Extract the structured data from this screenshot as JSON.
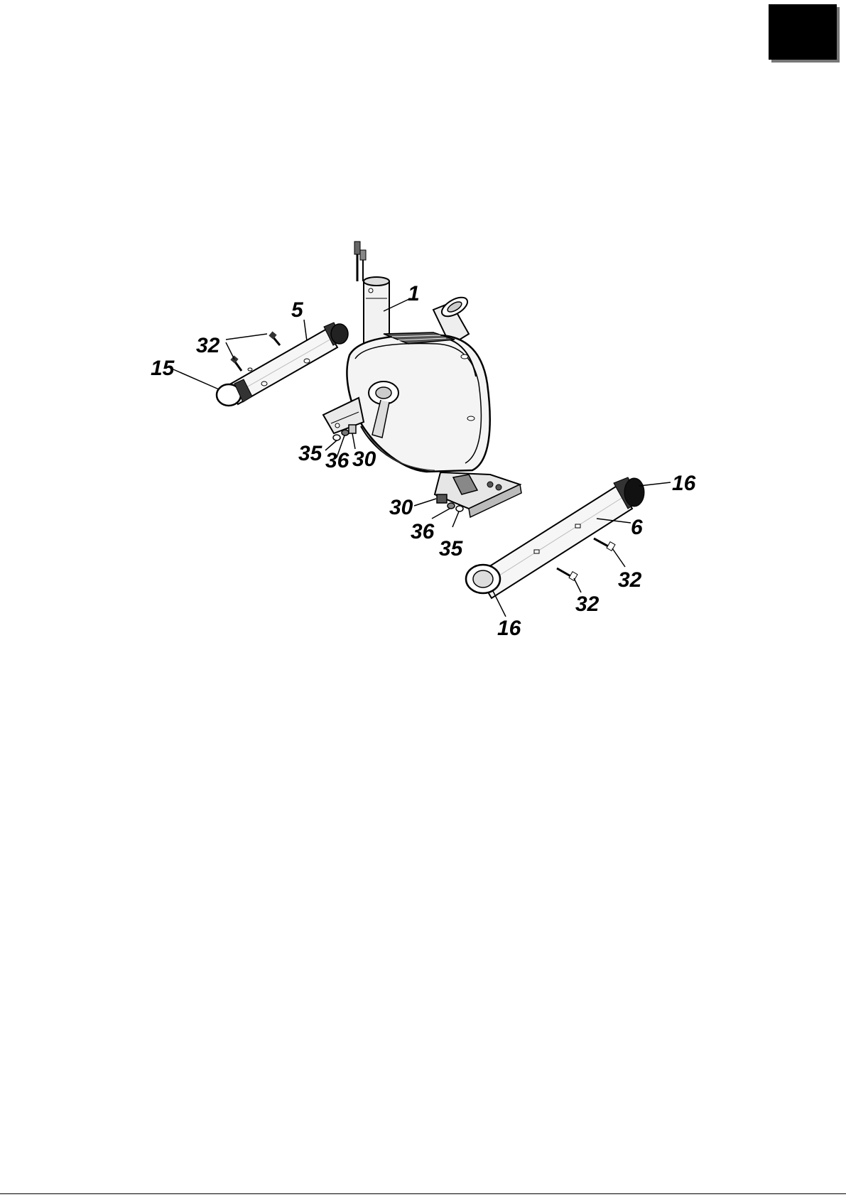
{
  "page": {
    "tab_color": "#000000"
  },
  "diagram": {
    "labels": {
      "part_1": "1",
      "part_5": "5",
      "part_32_a": "32",
      "part_15": "15",
      "part_35_a": "35",
      "part_36_a": "36",
      "part_30_a": "30",
      "part_16_a": "16",
      "part_6": "6",
      "part_30_b": "30",
      "part_36_b": "36",
      "part_35_b": "35",
      "part_32_b": "32",
      "part_32_c": "32",
      "part_16_b": "16"
    }
  }
}
